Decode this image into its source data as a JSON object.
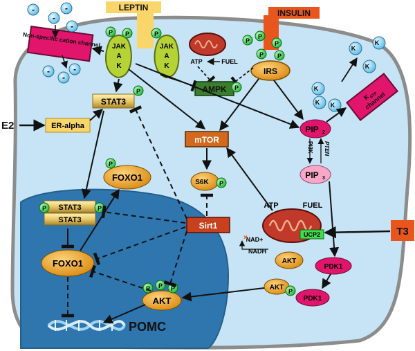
{
  "ligands": {
    "leptin": "LEPTIN",
    "insulin": "INSULIN",
    "e2": "E2",
    "t3": "T3"
  },
  "receptors": {
    "jak": "JAK",
    "irs": "IRS",
    "er_alpha": "ER-alpha"
  },
  "proteins": {
    "stat3": "STAT3",
    "ampk": "AMPK",
    "mtor": "mTOR",
    "s6k": "S6K",
    "foxo1": "FOXO1",
    "sirt1": "Sirt1",
    "akt": "AKT",
    "pdk1": "PDK1",
    "ucp2": "UCP2"
  },
  "lipids": {
    "pip2": "PIP",
    "pip2_sub": "2",
    "pip3": "PIP",
    "pip3_sub": "3",
    "pi3k": "PI3K",
    "pten": "PTEN"
  },
  "channels": {
    "nonspecific": "Non-specific cation channel",
    "katp": "K",
    "katp_sub": "ATP",
    "katp_word": "channel",
    "k_ion": "K",
    "k_sup": "+",
    "neg_ion": "-"
  },
  "metabolites": {
    "atp": "ATP",
    "fuel": "FUEL",
    "nad": "NAD+",
    "nadh": "NADH"
  },
  "phospho": "P",
  "gene": {
    "pomc": "POMC"
  },
  "colors": {
    "cell": "#c6e4f5",
    "cell_border": "#8c8c8c",
    "nucleus": "#2e76ad",
    "phospho": "#3fdc4e",
    "jak": "#b5d334",
    "irs": "#f5a623",
    "oval_orange": "#e8a020",
    "mtor": "#d2691e",
    "sirt1": "#c8401e",
    "ampk": "#3a7d2c",
    "pip2": "#e0156b",
    "pip3": "#f7a8c7",
    "channel": "#e0156b",
    "ion": "#7ccdf2",
    "leptin": "#f9d56a",
    "insulin": "#e8561e"
  }
}
